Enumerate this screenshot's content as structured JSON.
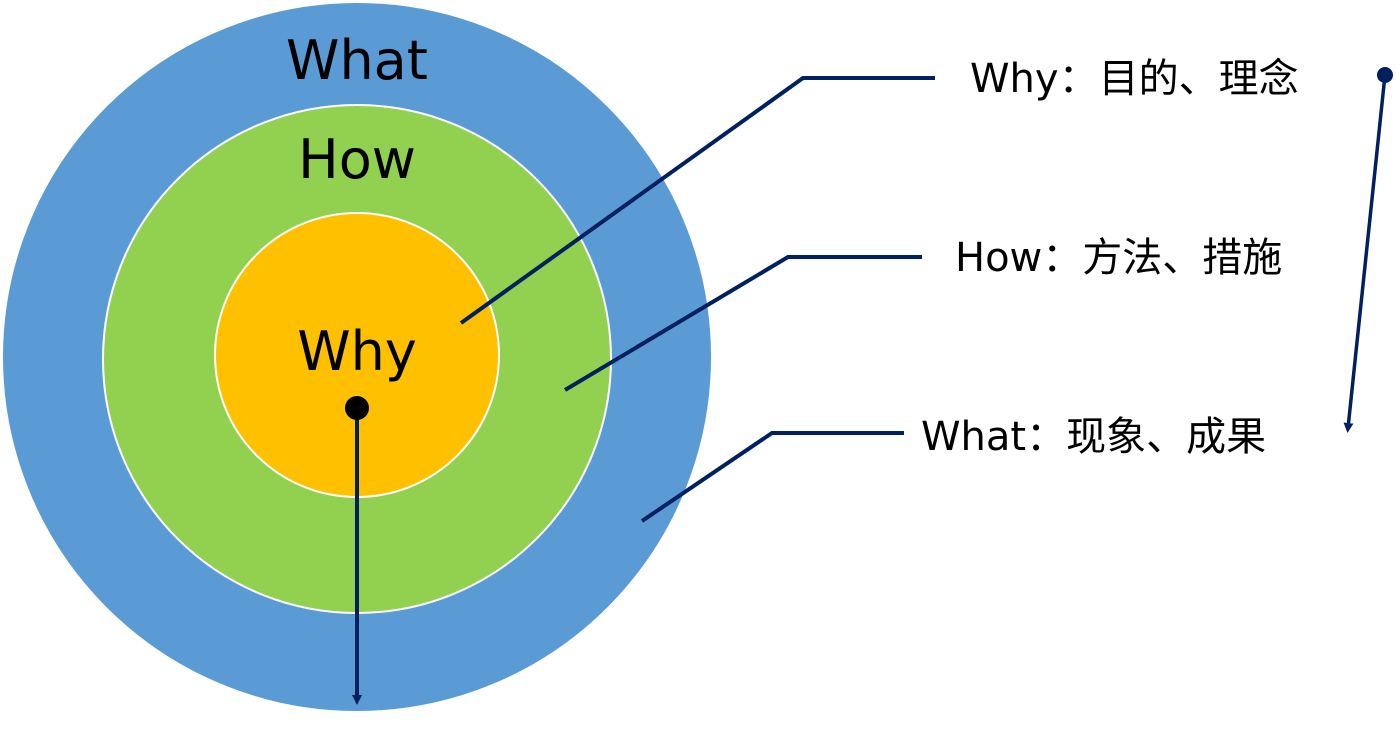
{
  "colors": {
    "what_ring": "#5B9BD5",
    "how_ring": "#92D050",
    "why_ring": "#FFC000",
    "ring_border": "#FFFFFF",
    "connector": "#002060",
    "text": "#000000"
  },
  "rings": {
    "what": "What",
    "how": "How",
    "why": "Why"
  },
  "callouts": {
    "why": "Why：目的、理念",
    "how": "How：方法、措施",
    "what": "What：现象、成果"
  }
}
